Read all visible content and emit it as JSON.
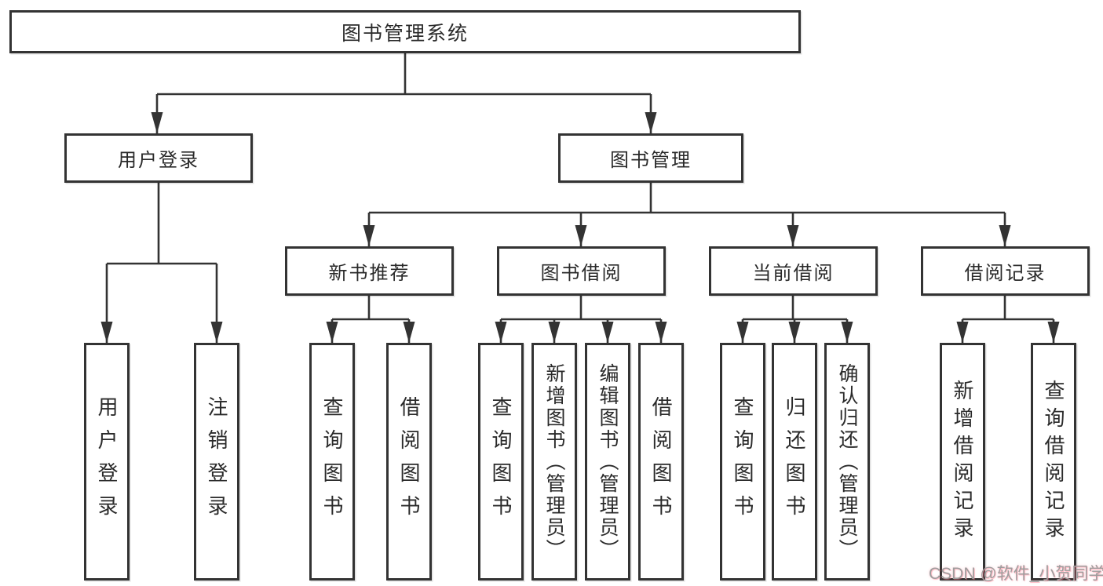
{
  "page": {
    "background": "#ffffff"
  },
  "colors": {
    "line": "#333333",
    "box_border": "#333333",
    "text": "#2a2a2a",
    "watermark": "#9e9e9e",
    "watermark_tint": "#ff788c"
  },
  "watermark": {
    "text": "CSDN @软件_小贺同学"
  },
  "tree": {
    "label": "图书管理系统",
    "children": [
      {
        "label": "用户登录",
        "children": [
          {
            "label": "用户登录"
          },
          {
            "label": "注销登录"
          }
        ]
      },
      {
        "label": "图书管理",
        "children": [
          {
            "label": "新书推荐",
            "children": [
              {
                "label": "查询图书"
              },
              {
                "label": "借阅图书"
              }
            ]
          },
          {
            "label": "图书借阅",
            "children": [
              {
                "label": "查询图书"
              },
              {
                "label": "新增图书（管理员）"
              },
              {
                "label": "编辑图书（管理员）"
              },
              {
                "label": "借阅图书"
              }
            ]
          },
          {
            "label": "当前借阅",
            "children": [
              {
                "label": "查询图书"
              },
              {
                "label": "归还图书"
              },
              {
                "label": "确认归还（管理员）"
              }
            ]
          },
          {
            "label": "借阅记录",
            "children": [
              {
                "label": "新增借阅记录"
              },
              {
                "label": "查询借阅记录"
              }
            ]
          }
        ]
      }
    ]
  }
}
